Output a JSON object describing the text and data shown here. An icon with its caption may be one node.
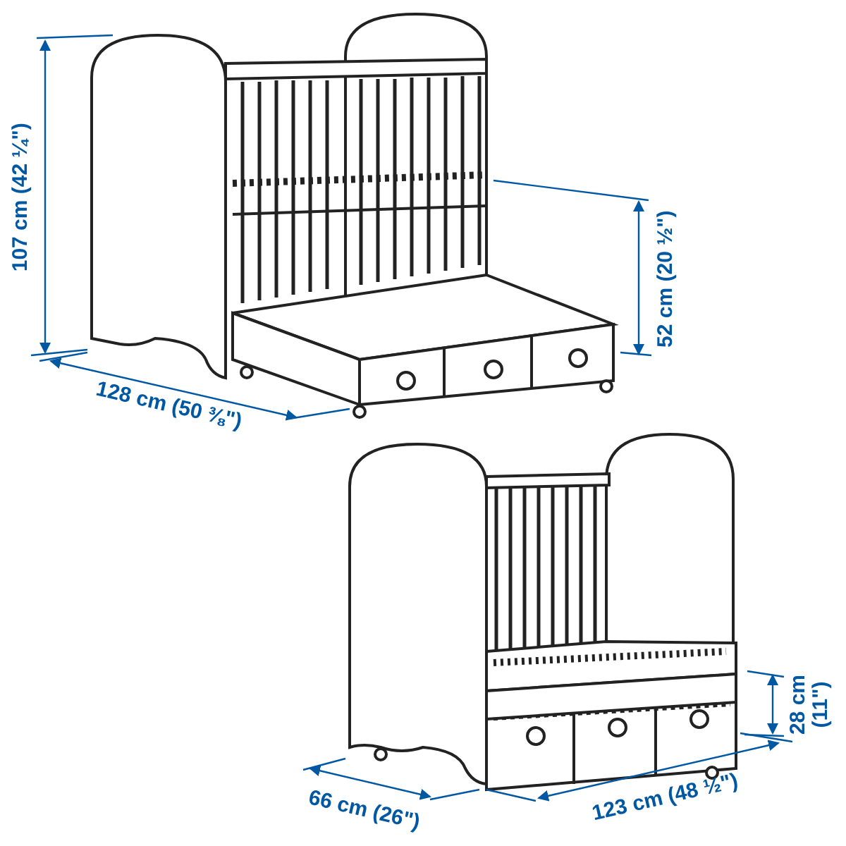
{
  "diagram": {
    "labels": [
      "107 cm (42 ¼\")",
      "128 cm (50 ⅜\")",
      "52 cm (20 ½\")",
      "66 cm (26\")",
      "123 cm (48 ½\")",
      "28 cm (11\")"
    ]
  }
}
